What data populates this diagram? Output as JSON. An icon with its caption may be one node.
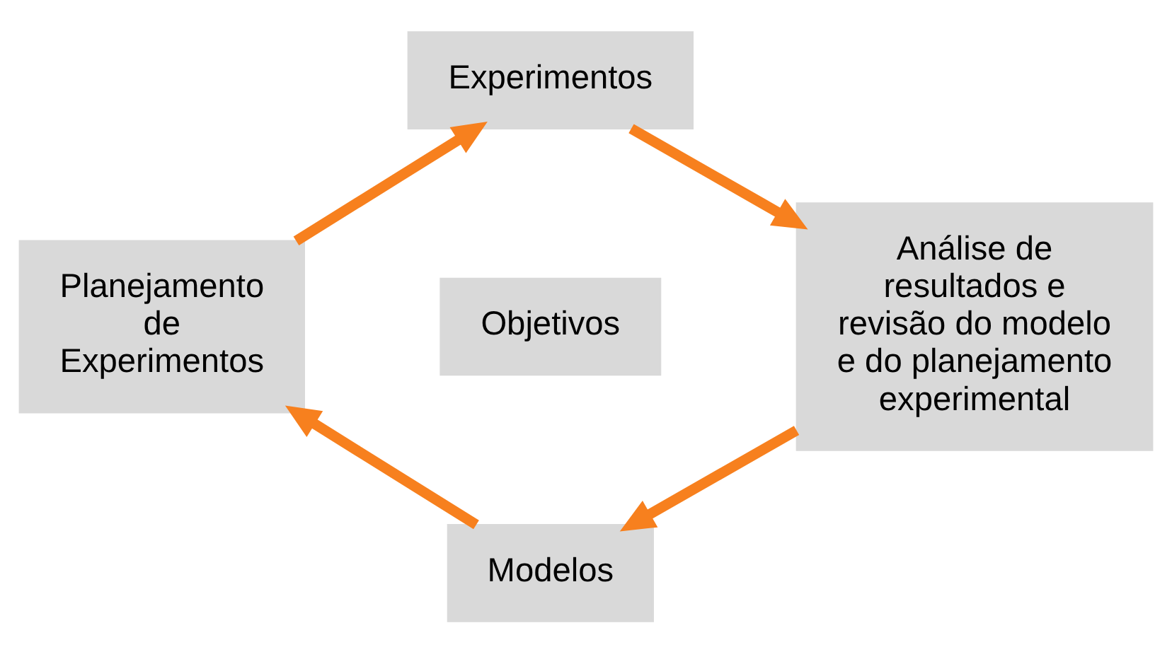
{
  "diagram": {
    "nodes": [
      {
        "text": [
          "Experimentos"
        ]
      },
      {
        "text": [
          "Planejamento de Experimentos"
        ]
      },
      {
        "text": [
          "Objetivos"
        ]
      },
      {
        "text": [
          "Análise de resultados e revisão do modelo e do planejamento experimental"
        ]
      },
      {
        "text": [
          "Modelos"
        ]
      }
    ],
    "edges": [
      {
        "from": 1,
        "to": 0,
        "arrow": "to"
      },
      {
        "from": 0,
        "to": 3,
        "arrow": "to"
      },
      {
        "from": 3,
        "to": 4,
        "arrow": "to"
      },
      {
        "from": 4,
        "to": 1,
        "arrow": "to"
      }
    ]
  }
}
